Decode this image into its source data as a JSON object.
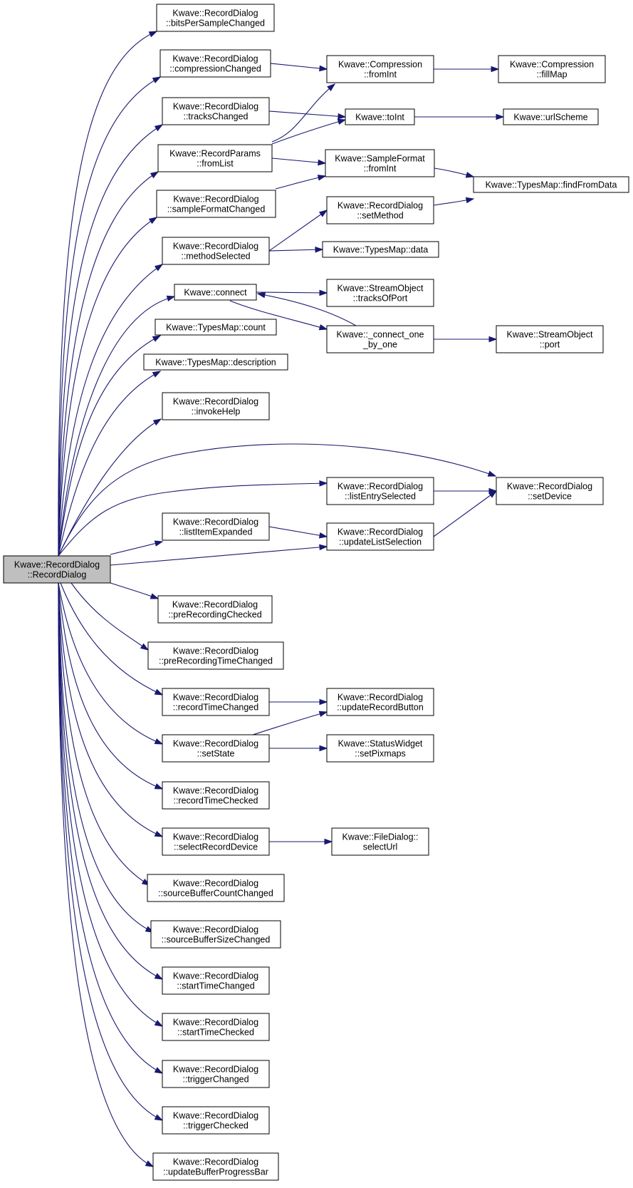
{
  "graph": {
    "root": "n0",
    "nodes": [
      {
        "id": "n0",
        "lines": [
          "Kwave::RecordDialog",
          "::RecordDialog"
        ],
        "root": true
      },
      {
        "id": "n1",
        "lines": [
          "Kwave::RecordDialog",
          "::bitsPerSampleChanged"
        ]
      },
      {
        "id": "n2",
        "lines": [
          "Kwave::RecordDialog",
          "::compressionChanged"
        ]
      },
      {
        "id": "n3",
        "lines": [
          "Kwave::RecordDialog",
          "::tracksChanged"
        ]
      },
      {
        "id": "n4",
        "lines": [
          "Kwave::RecordParams",
          "::fromList"
        ]
      },
      {
        "id": "n5",
        "lines": [
          "Kwave::RecordDialog",
          "::sampleFormatChanged"
        ]
      },
      {
        "id": "n6",
        "lines": [
          "Kwave::RecordDialog",
          "::methodSelected"
        ]
      },
      {
        "id": "n7",
        "lines": [
          "Kwave::connect"
        ]
      },
      {
        "id": "n8",
        "lines": [
          "Kwave::TypesMap::count"
        ]
      },
      {
        "id": "n9",
        "lines": [
          "Kwave::TypesMap::description"
        ]
      },
      {
        "id": "n10",
        "lines": [
          "Kwave::RecordDialog",
          "::invokeHelp"
        ]
      },
      {
        "id": "n11",
        "lines": [
          "Kwave::RecordDialog",
          "::listItemExpanded"
        ]
      },
      {
        "id": "n12",
        "lines": [
          "Kwave::RecordDialog",
          "::preRecordingChecked"
        ]
      },
      {
        "id": "n13",
        "lines": [
          "Kwave::RecordDialog",
          "::preRecordingTimeChanged"
        ]
      },
      {
        "id": "n14",
        "lines": [
          "Kwave::RecordDialog",
          "::recordTimeChanged"
        ]
      },
      {
        "id": "n15",
        "lines": [
          "Kwave::RecordDialog",
          "::setState"
        ]
      },
      {
        "id": "n16",
        "lines": [
          "Kwave::RecordDialog",
          "::recordTimeChecked"
        ]
      },
      {
        "id": "n17",
        "lines": [
          "Kwave::RecordDialog",
          "::selectRecordDevice"
        ]
      },
      {
        "id": "n18",
        "lines": [
          "Kwave::RecordDialog",
          "::sourceBufferCountChanged"
        ]
      },
      {
        "id": "n19",
        "lines": [
          "Kwave::RecordDialog",
          "::sourceBufferSizeChanged"
        ]
      },
      {
        "id": "n20",
        "lines": [
          "Kwave::RecordDialog",
          "::startTimeChanged"
        ]
      },
      {
        "id": "n21",
        "lines": [
          "Kwave::RecordDialog",
          "::startTimeChecked"
        ]
      },
      {
        "id": "n22",
        "lines": [
          "Kwave::RecordDialog",
          "::triggerChanged"
        ]
      },
      {
        "id": "n23",
        "lines": [
          "Kwave::RecordDialog",
          "::triggerChecked"
        ]
      },
      {
        "id": "n24",
        "lines": [
          "Kwave::RecordDialog",
          "::updateBufferProgressBar"
        ]
      },
      {
        "id": "n25",
        "lines": [
          "Kwave::Compression",
          "::fromInt"
        ]
      },
      {
        "id": "n26",
        "lines": [
          "Kwave::toInt"
        ]
      },
      {
        "id": "n27",
        "lines": [
          "Kwave::SampleFormat",
          "::fromInt"
        ]
      },
      {
        "id": "n28",
        "lines": [
          "Kwave::RecordDialog",
          "::setMethod"
        ]
      },
      {
        "id": "n29",
        "lines": [
          "Kwave::TypesMap::data"
        ]
      },
      {
        "id": "n30",
        "lines": [
          "Kwave::StreamObject",
          "::tracksOfPort"
        ]
      },
      {
        "id": "n31",
        "lines": [
          "Kwave::_connect_one",
          "_by_one"
        ]
      },
      {
        "id": "n32",
        "lines": [
          "Kwave::RecordDialog",
          "::listEntrySelected"
        ]
      },
      {
        "id": "n33",
        "lines": [
          "Kwave::RecordDialog",
          "::updateListSelection"
        ]
      },
      {
        "id": "n34",
        "lines": [
          "Kwave::RecordDialog",
          "::updateRecordButton"
        ]
      },
      {
        "id": "n35",
        "lines": [
          "Kwave::StatusWidget",
          "::setPixmaps"
        ]
      },
      {
        "id": "n36",
        "lines": [
          "Kwave::FileDialog::",
          "selectUrl"
        ]
      },
      {
        "id": "n37",
        "lines": [
          "Kwave::Compression",
          "::fillMap"
        ]
      },
      {
        "id": "n38",
        "lines": [
          "Kwave::urlScheme"
        ]
      },
      {
        "id": "n39",
        "lines": [
          "Kwave::TypesMap::findFromData"
        ]
      },
      {
        "id": "n40",
        "lines": [
          "Kwave::StreamObject",
          "::port"
        ]
      },
      {
        "id": "n41",
        "lines": [
          "Kwave::RecordDialog",
          "::setDevice"
        ]
      }
    ],
    "edges": [
      [
        "n0",
        "n1"
      ],
      [
        "n0",
        "n2"
      ],
      [
        "n0",
        "n3"
      ],
      [
        "n0",
        "n4"
      ],
      [
        "n0",
        "n5"
      ],
      [
        "n0",
        "n6"
      ],
      [
        "n0",
        "n7"
      ],
      [
        "n0",
        "n8"
      ],
      [
        "n0",
        "n9"
      ],
      [
        "n0",
        "n10"
      ],
      [
        "n0",
        "n41"
      ],
      [
        "n0",
        "n32"
      ],
      [
        "n0",
        "n11"
      ],
      [
        "n0",
        "n33"
      ],
      [
        "n0",
        "n12"
      ],
      [
        "n0",
        "n13"
      ],
      [
        "n0",
        "n14"
      ],
      [
        "n0",
        "n15"
      ],
      [
        "n0",
        "n16"
      ],
      [
        "n0",
        "n17"
      ],
      [
        "n0",
        "n18"
      ],
      [
        "n0",
        "n19"
      ],
      [
        "n0",
        "n20"
      ],
      [
        "n0",
        "n21"
      ],
      [
        "n0",
        "n22"
      ],
      [
        "n0",
        "n23"
      ],
      [
        "n0",
        "n24"
      ],
      [
        "n2",
        "n25"
      ],
      [
        "n3",
        "n26"
      ],
      [
        "n4",
        "n25"
      ],
      [
        "n4",
        "n26"
      ],
      [
        "n4",
        "n27"
      ],
      [
        "n5",
        "n27"
      ],
      [
        "n6",
        "n28"
      ],
      [
        "n6",
        "n29"
      ],
      [
        "n7",
        "n30"
      ],
      [
        "n7",
        "n31"
      ],
      [
        "n31",
        "n7"
      ],
      [
        "n25",
        "n37"
      ],
      [
        "n26",
        "n38"
      ],
      [
        "n27",
        "n39"
      ],
      [
        "n28",
        "n39"
      ],
      [
        "n31",
        "n40"
      ],
      [
        "n32",
        "n41"
      ],
      [
        "n11",
        "n33"
      ],
      [
        "n33",
        "n41"
      ],
      [
        "n14",
        "n34"
      ],
      [
        "n15",
        "n34"
      ],
      [
        "n15",
        "n35"
      ],
      [
        "n17",
        "n36"
      ]
    ]
  }
}
